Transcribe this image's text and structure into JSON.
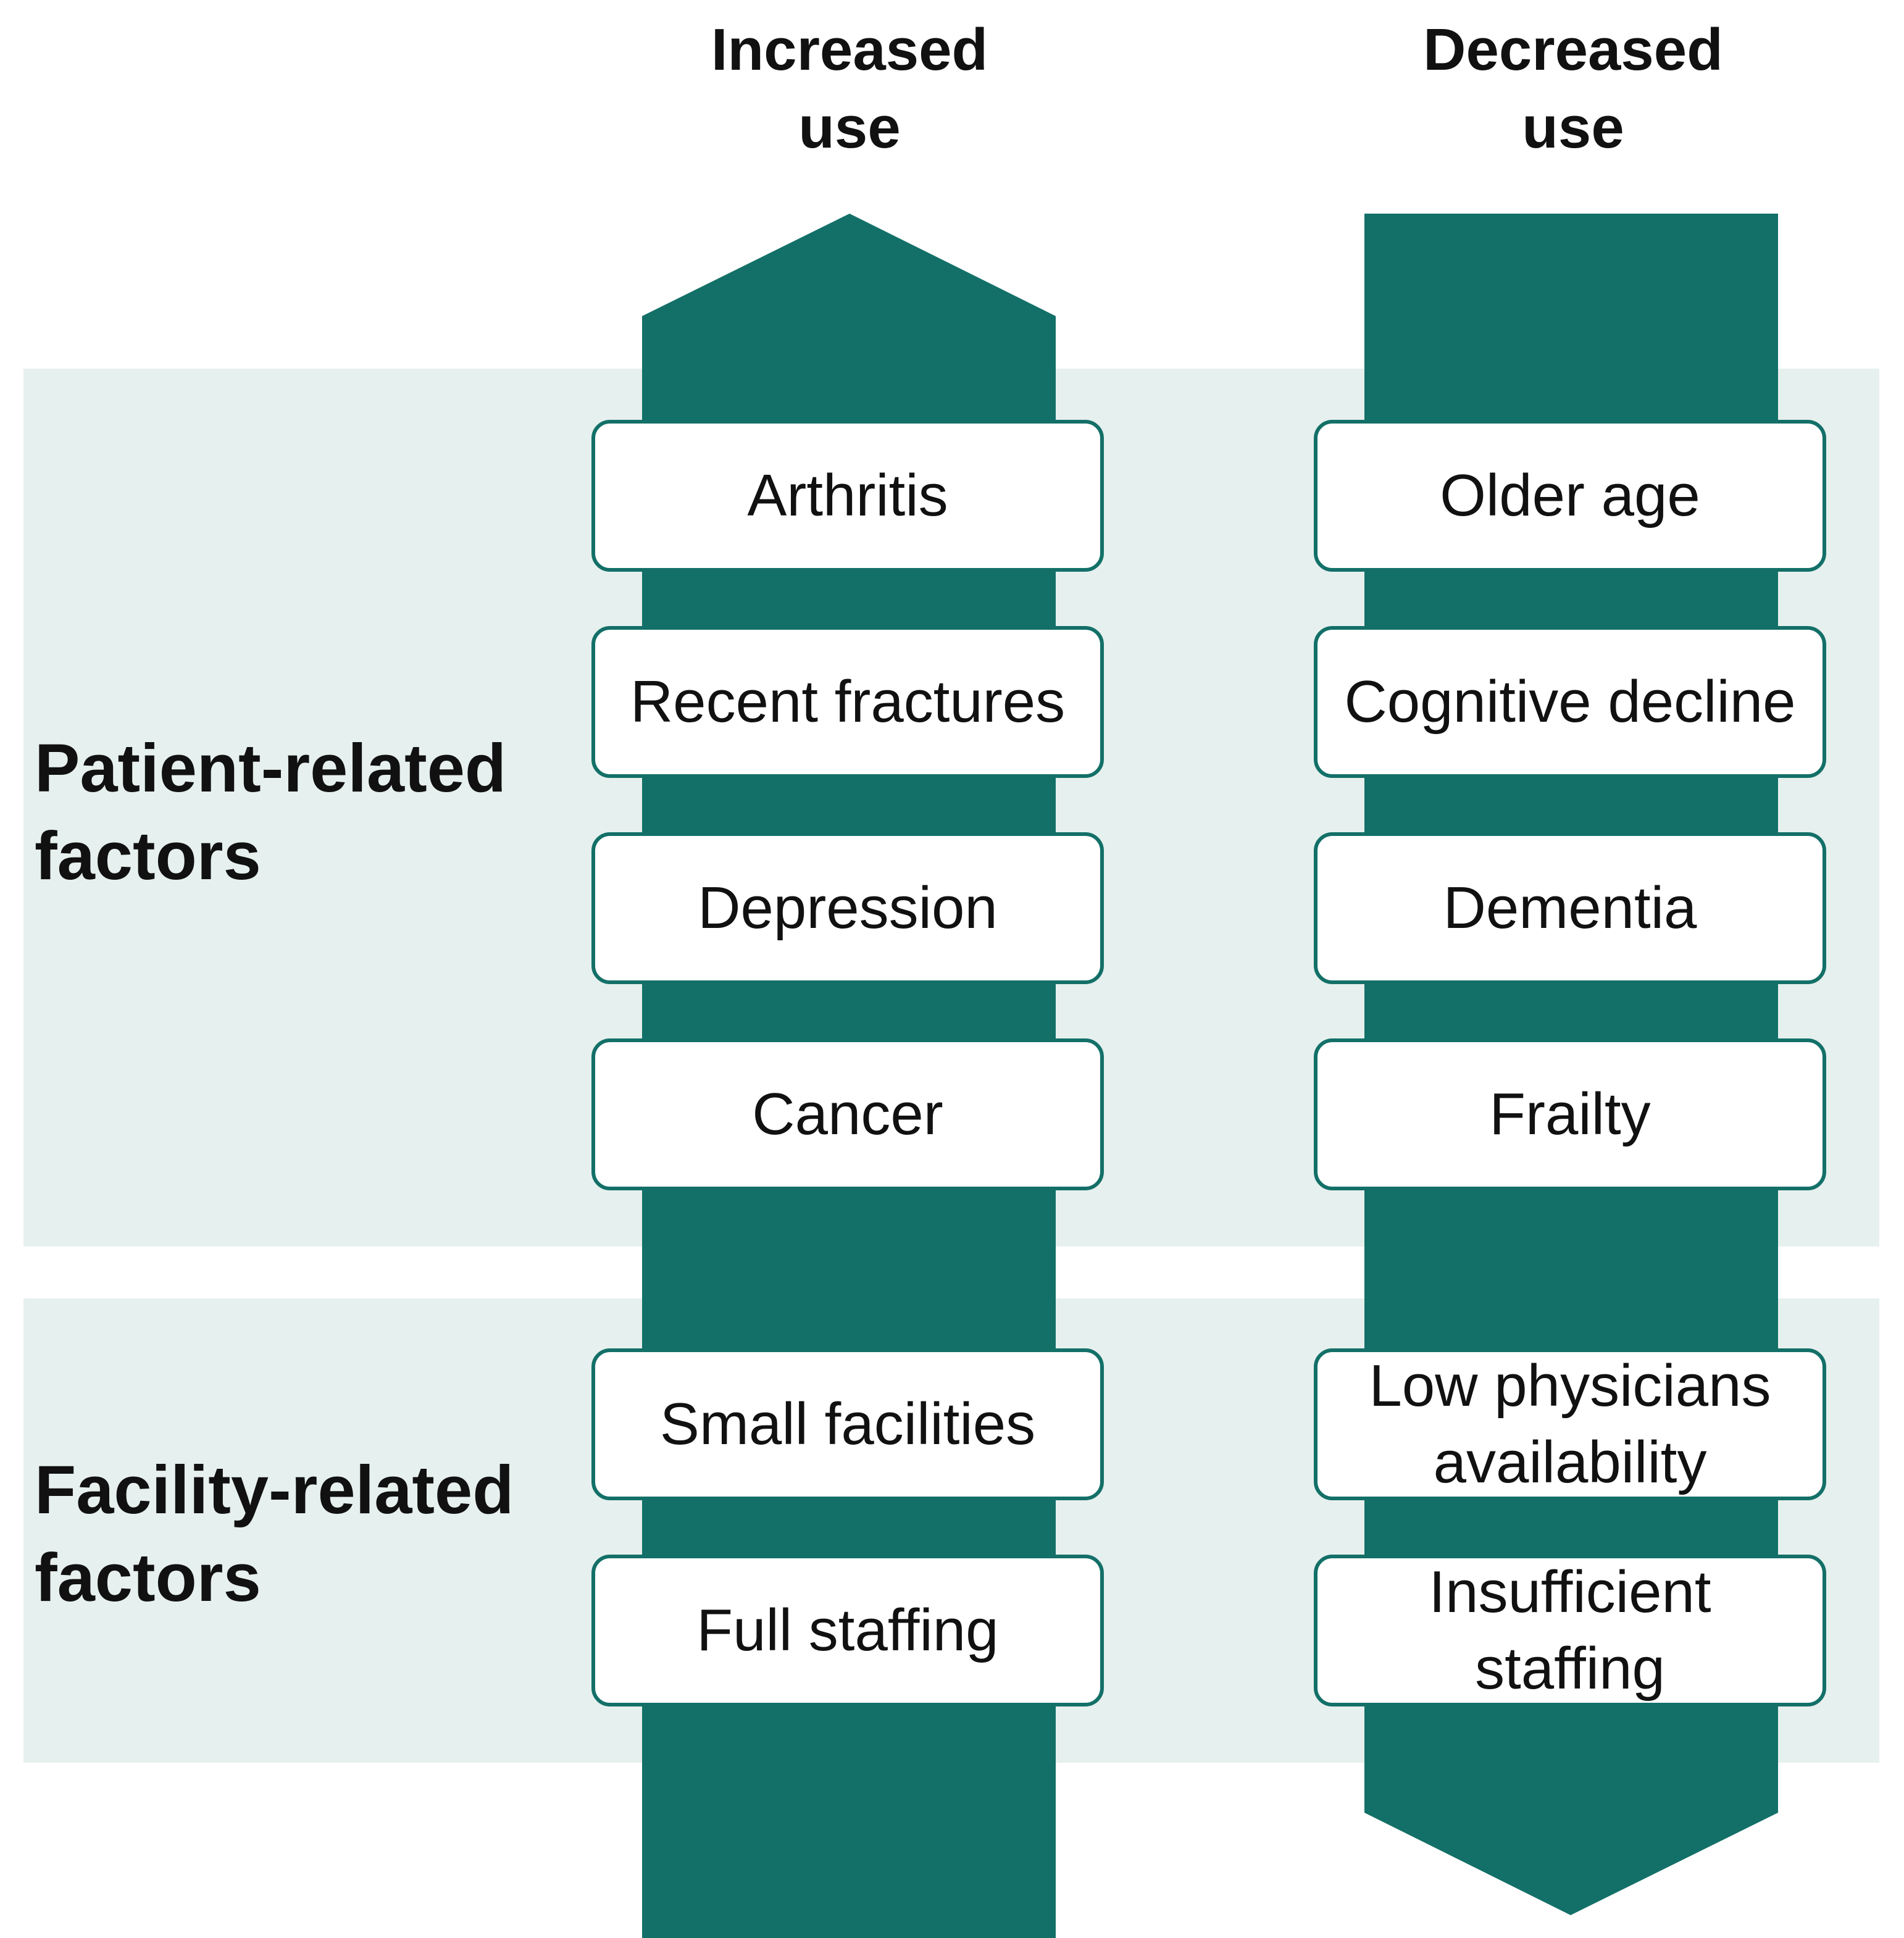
{
  "colors": {
    "arrow": "#137068",
    "band": "#e6f0ee",
    "box_fill": "#ffffff",
    "text": "#111111"
  },
  "headers": {
    "increased": [
      "Increased",
      "use"
    ],
    "decreased": [
      "Decreased",
      "use"
    ]
  },
  "row_labels": {
    "patient": [
      "Patient-related",
      "factors"
    ],
    "facility": [
      "Facility-related",
      "factors"
    ]
  },
  "patient_factors": {
    "increased": [
      "Arthritis",
      "Recent fractures",
      "Depression",
      "Cancer"
    ],
    "decreased": [
      "Older age",
      "Cognitive decline",
      "Dementia",
      "Frailty"
    ]
  },
  "facility_factors": {
    "increased": [
      "Small facilities",
      "Full staffing"
    ],
    "decreased": [
      [
        "Low physicians",
        "availability"
      ],
      [
        "Insufficient",
        "staffing"
      ]
    ]
  }
}
